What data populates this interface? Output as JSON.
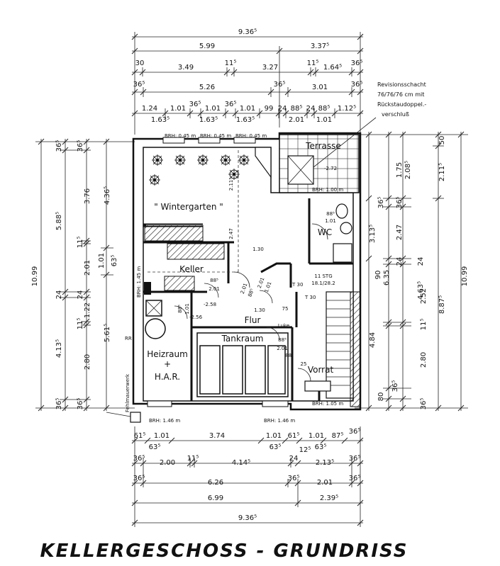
{
  "title": "KELLERGESCHOSS - GRUNDRISS",
  "rooms": {
    "wintergarten": "\" Wintergarten \"",
    "keller": "Keller",
    "heizraum": "Heizraum",
    "heizraum_plus": "+",
    "har": "H.A.R.",
    "flur": "Flur",
    "tankraum": "Tankraum",
    "wc": "WC",
    "vorrat": "Vorrat",
    "terrasse": "Terrasse",
    "luke": "Luke"
  },
  "notes": {
    "revision": [
      "Revisionsschacht",
      "76/76/76 cm mit",
      "Rückstaudoppel.-",
      "verschluß"
    ],
    "fehlmauerwerk": "Fehlmauerwerk",
    "stair": [
      "11 STG",
      "18.1/28.2"
    ],
    "brh_top": "BRH: 0.45 m",
    "brh_left": "BRH: 1.45 m",
    "brh_bottom": "BRH: 1.46 m",
    "brh_right": "BRH: 1.05 m",
    "brh_terrace": "BRH: 1.00 m",
    "rr": "RR",
    "t30": "T 30"
  },
  "levels": {
    "terrasse": "-2.72",
    "flur": "-2.58",
    "keller": "-2.56"
  },
  "dims_top": {
    "row1": [
      "9.36⁵"
    ],
    "row2": [
      "5.99",
      "3.37⁵"
    ],
    "row3": [
      "30",
      "3.49",
      "11⁵",
      "3.27",
      "11⁵",
      "1.64⁵",
      "36⁵"
    ],
    "row4": [
      "36⁵",
      "5.26",
      "36⁵",
      "3.01",
      "36⁵"
    ],
    "row5": [
      "1.24",
      "1.01",
      "36⁵",
      "1.01",
      "36⁵",
      "1.01",
      "99",
      "24",
      "88⁵",
      "24",
      "88⁵",
      "1.12⁵"
    ],
    "row5b": [
      "1.63⁵",
      "1.63⁵",
      "1.63⁵",
      "2.01",
      "1.01"
    ]
  },
  "dims_bottom": {
    "row1": [
      "61⁵",
      "1.01",
      "3.74",
      "1.01",
      "61⁵",
      "1.01",
      "87⁵",
      "36⁵"
    ],
    "row1b": [
      "63⁵",
      "63⁵",
      "12⁵",
      "63⁵"
    ],
    "row2": [
      "36⁵",
      "2.00",
      "11⁵",
      "4.14⁵",
      "24",
      "2.13⁵",
      "36⁵"
    ],
    "row3": [
      "36⁵",
      "6.26",
      "36⁵",
      "2.01",
      "36⁵"
    ],
    "row4": [
      "6.99",
      "2.39⁵"
    ],
    "row5": [
      "9.36⁵"
    ]
  },
  "dims_left": {
    "col1": [
      "10.99"
    ],
    "col2": [
      "36⁵",
      "5.88⁵",
      "24",
      "4.13⁵",
      "36⁵"
    ],
    "col3": [
      "36⁵",
      "3.76",
      "11⁵",
      "2.01",
      "24",
      "1.22",
      "11⁵",
      "2.80",
      "36⁵"
    ],
    "col4": [
      "4.36⁵",
      "1.01",
      "63⁵",
      "5.61⁵"
    ]
  },
  "dims_right": {
    "col1": [
      "10.99"
    ],
    "col2": [
      "50",
      "2.11⁵",
      "8.87⁵"
    ],
    "col3": [
      "2.08⁵",
      "3.13⁵",
      "6.35",
      "4.84"
    ],
    "col4": [
      "1.75",
      "36⁵",
      "2.47",
      "24",
      "2.52",
      "11⁵",
      "2.80",
      "36⁵"
    ],
    "col5": [
      "36⁵",
      "90",
      "24",
      "4.63⁵",
      "80",
      "36⁵"
    ]
  },
  "inner_dims": [
    "2.11⁵",
    "2.47",
    "1.30",
    "1.30",
    "88⁵",
    "2.01",
    "88⁵",
    "2.01",
    "1.01",
    "2.01",
    "88⁵",
    "1.01",
    "75",
    "25",
    "88⁵",
    "2.01",
    "88⁵",
    "1.01",
    "88⁵"
  ]
}
